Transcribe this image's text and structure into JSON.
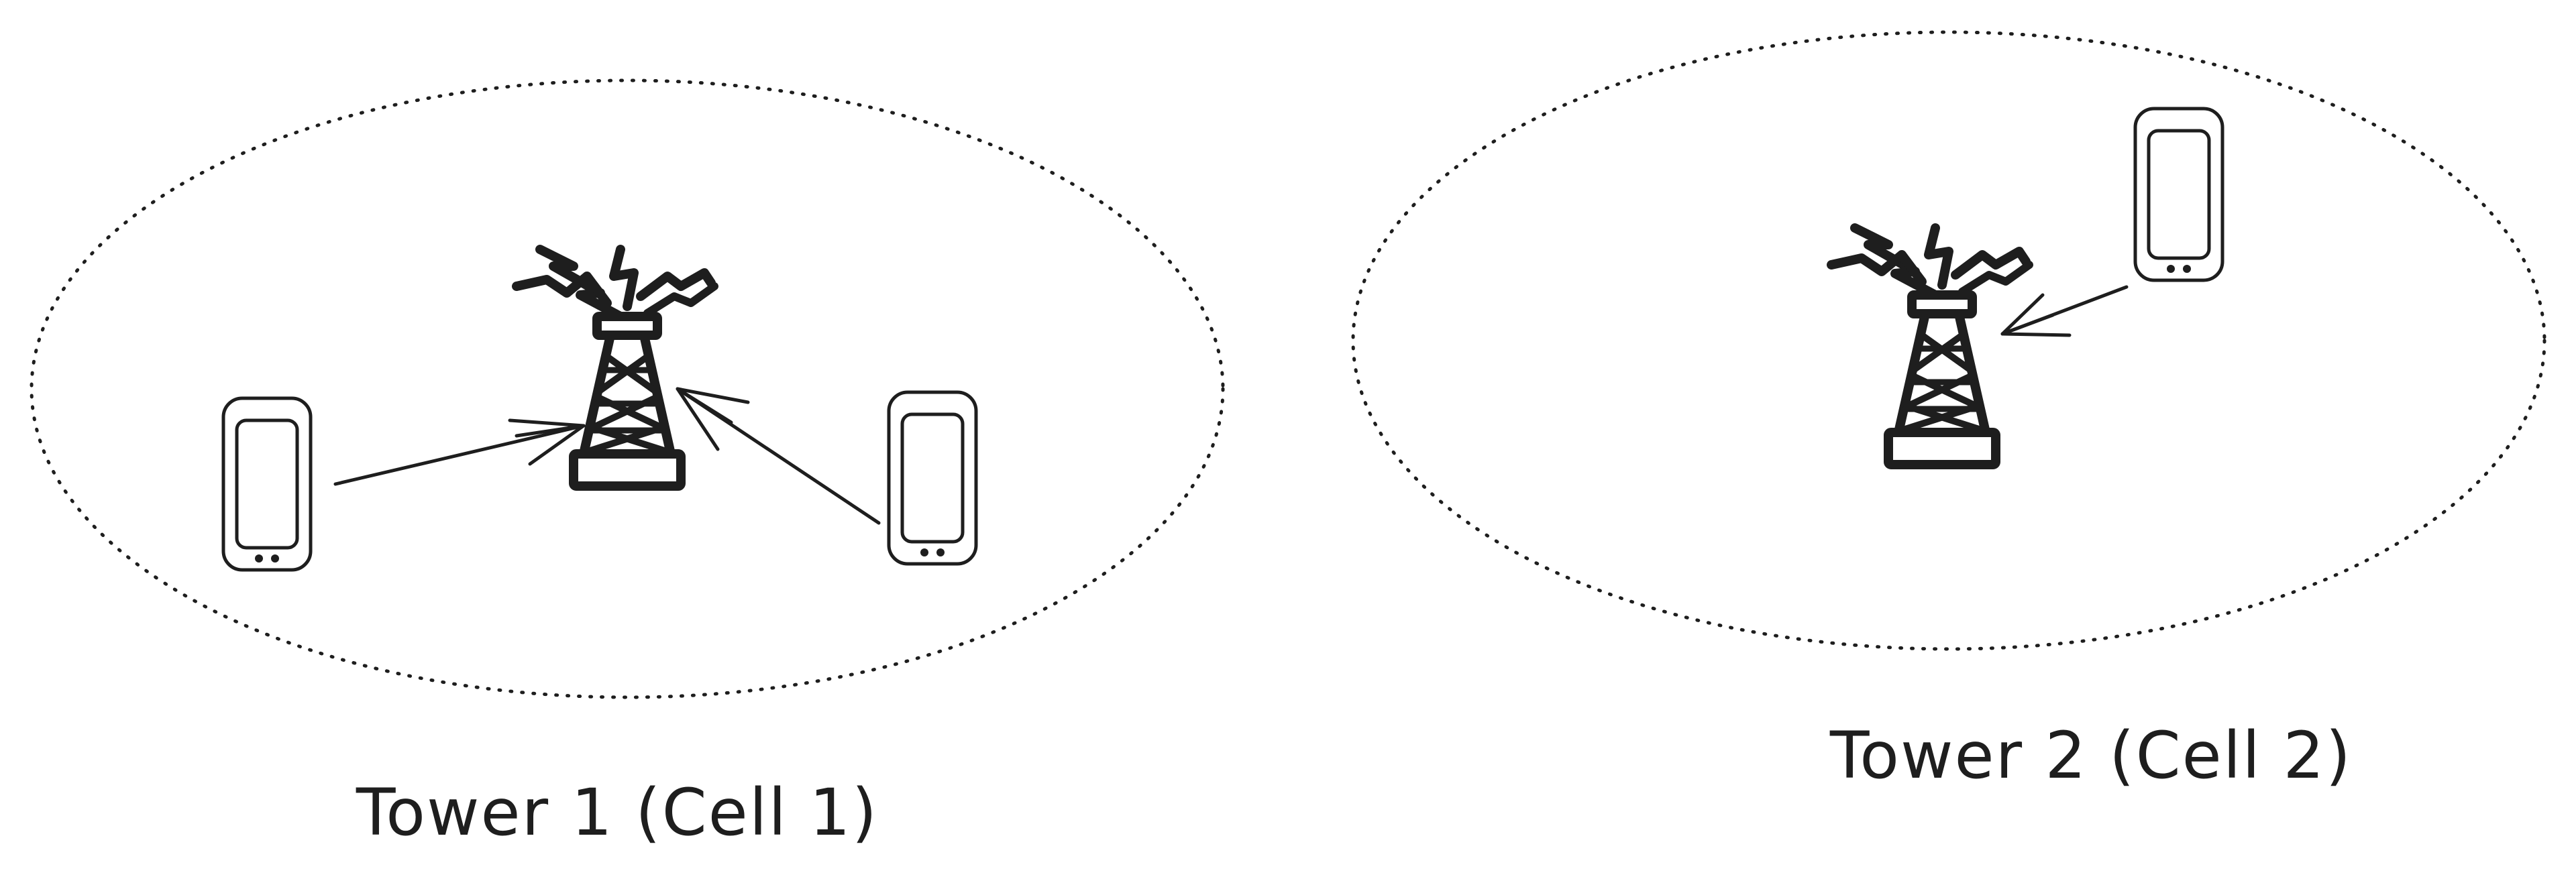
{
  "cells": [
    {
      "label": "Tower 1 (Cell 1)",
      "phone_count": 2
    },
    {
      "label": "Tower 2 (Cell 2)",
      "phone_count": 1
    }
  ],
  "colors": {
    "ink": "#1e1e1e",
    "background": "#ffffff"
  },
  "icons": [
    "cell-tower-icon",
    "mobile-phone-icon",
    "arrow-icon"
  ]
}
